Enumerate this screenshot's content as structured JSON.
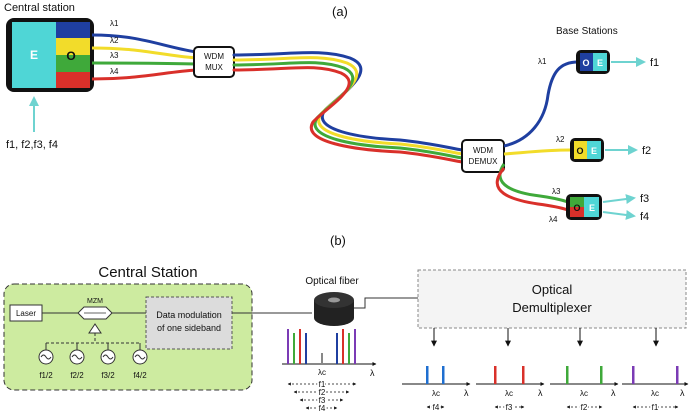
{
  "panel_a": {
    "label": "(a)",
    "central_station": "Central station",
    "e_label": "E",
    "o_label": "O",
    "oe_o": "O",
    "oe_e": "E",
    "wavelengths_in": [
      "λ1",
      "λ2",
      "λ3",
      "λ4"
    ],
    "mux_line1": "WDM",
    "mux_line2": "MUX",
    "demux_line1": "WDM",
    "demux_line2": "DEMUX",
    "base_stations": "Base Stations",
    "wavelengths_out": [
      "λ1",
      "λ2",
      "λ3",
      "λ4"
    ],
    "freqs_out": [
      "f1",
      "f2",
      "f3",
      "f4"
    ],
    "freqs_in": "f1, f2,f3, f4"
  },
  "panel_b": {
    "label": "(b)",
    "central_station": "Central Station",
    "laser": "Laser",
    "mzm": "MZM",
    "mod_line1": "Data modulation",
    "mod_line2": "of one sideband",
    "osc_labels": [
      "f1/2",
      "f2/2",
      "f3/2",
      "f4/2"
    ],
    "optical_fiber": "Optical fiber",
    "demux_line1": "Optical",
    "demux_line2": "Demultiplexer",
    "lambda": "λ",
    "lambda_c": "λc",
    "spec_freqs": [
      "f1",
      "f2",
      "f3",
      "f4"
    ],
    "out_freqs": [
      "f4",
      "f3",
      "f2",
      "f1"
    ]
  },
  "colors": {
    "blue": "#1f3fa0",
    "yellow": "#f2dc2a",
    "green": "#3fa93a",
    "red": "#d9302a",
    "cyan": "#4fd6d6",
    "accent_arrow": "#6ed3d0",
    "panel_green": "#cdeba0"
  }
}
